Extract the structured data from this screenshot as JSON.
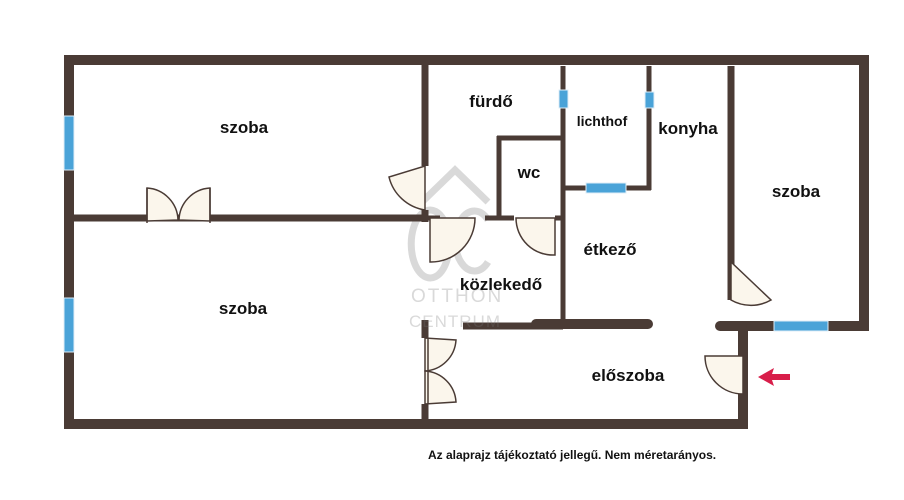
{
  "colors": {
    "wall": "#4a3b35",
    "window": "#4aa3d8",
    "door_fill": "#fbf6ec",
    "arrow": "#d81e4a",
    "watermark": "#8c8c8c"
  },
  "rooms": {
    "szoba_top": "szoba",
    "szoba_bottom": "szoba",
    "szoba_right": "szoba",
    "furdo": "fürdő",
    "lichthof": "lichthof",
    "konyha": "konyha",
    "wc": "wc",
    "etkezo": "étkező",
    "kozlekedo": "közlekedő",
    "eloszoba": "előszoba"
  },
  "watermark": {
    "logo": "OC",
    "line1": "OTTHON",
    "line2": "CENTRUM"
  },
  "disclaimer": "Az alaprajz tájékoztató jellegű. Nem méretarányos.",
  "entrance_icon": "arrow-left-icon"
}
